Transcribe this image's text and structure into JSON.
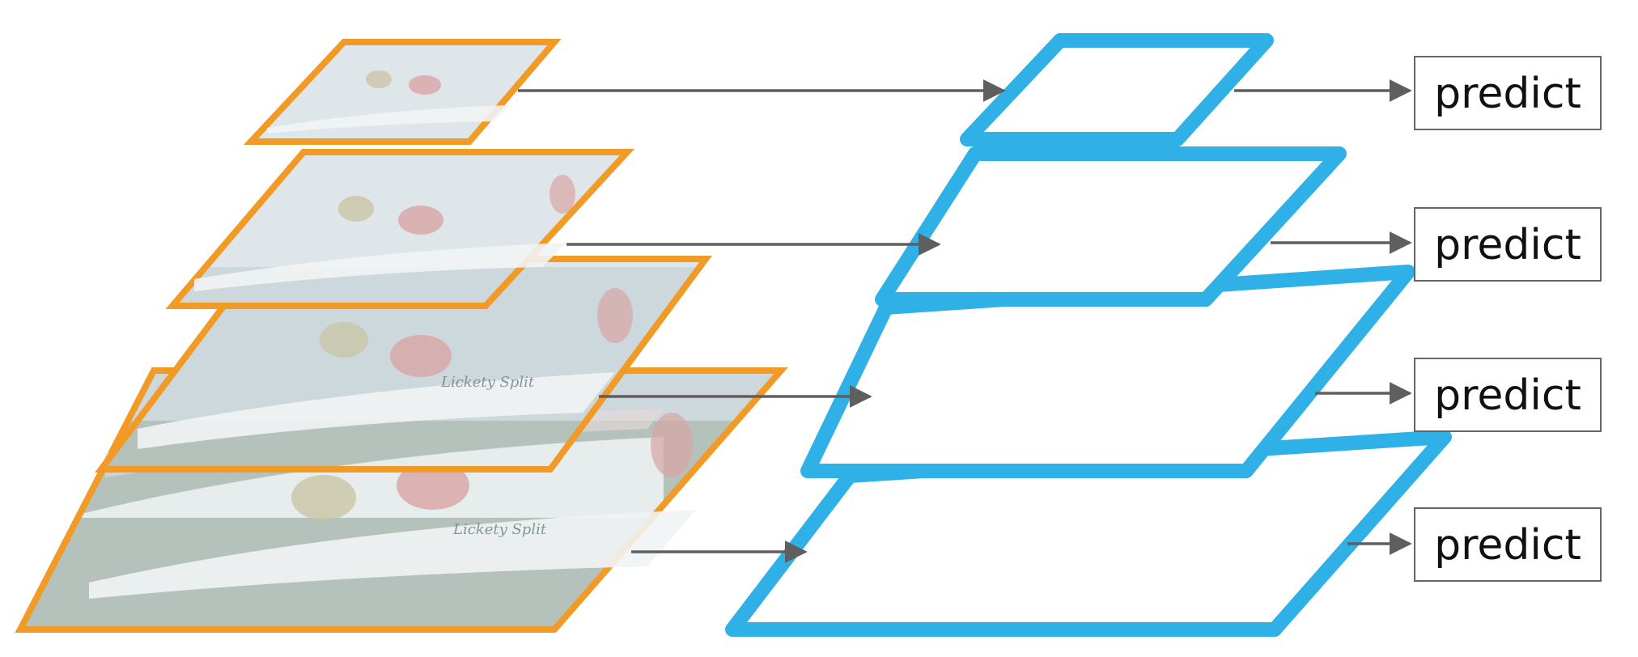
{
  "boat_name": "Lickety Split",
  "predict_label": "predict",
  "levels": 4,
  "colors": {
    "image_pyramid_border": "#f29a26",
    "feature_map_border": "#2fb0e6",
    "arrow": "#5f5f5f",
    "predict_box_border": "#666666"
  },
  "icons": [
    "arrow-right-icon"
  ]
}
